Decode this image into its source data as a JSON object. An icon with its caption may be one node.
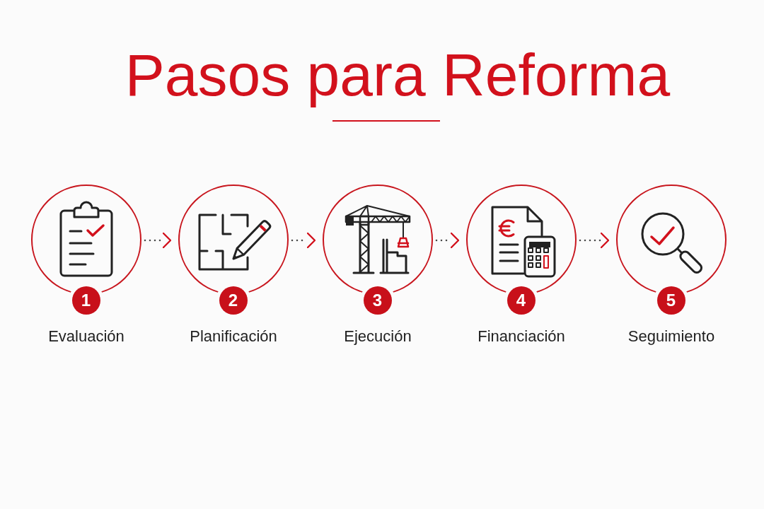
{
  "diagram": {
    "title": "Pasos para Reforma",
    "nodes": [
      {
        "text": [
          "1",
          "Evaluación"
        ]
      },
      {
        "text": [
          "2",
          "Planificación"
        ]
      },
      {
        "text": [
          "3",
          "Ejecución"
        ]
      },
      {
        "text": [
          "4",
          "Financiación"
        ]
      },
      {
        "text": [
          "5",
          "Seguimiento"
        ]
      }
    ],
    "edges": [
      {
        "from": 0,
        "to": 1,
        "arrow": "to",
        "style": "dashed"
      },
      {
        "from": 1,
        "to": 2,
        "arrow": "to",
        "style": "dashed"
      },
      {
        "from": 2,
        "to": 3,
        "arrow": "to",
        "style": "dashed"
      },
      {
        "from": 3,
        "to": 4,
        "arrow": "to",
        "style": "dashed"
      }
    ]
  }
}
